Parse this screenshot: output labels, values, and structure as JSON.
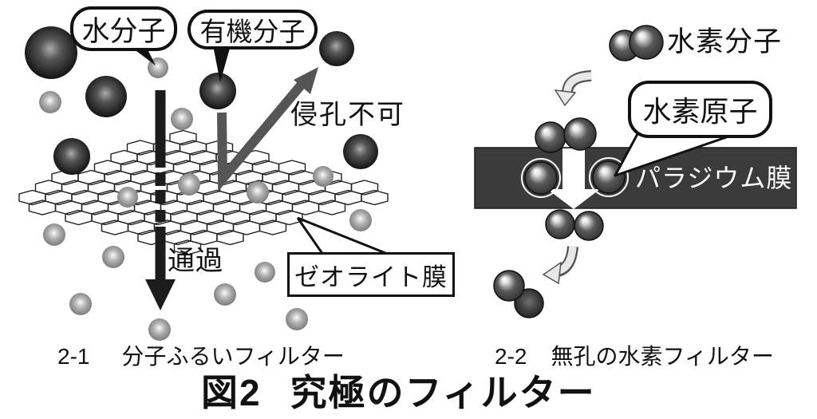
{
  "title": {
    "prefix": "図2",
    "text": "究極のフィルター"
  },
  "left_panel": {
    "bubble_water": "水分子",
    "bubble_organic": "有機分子",
    "label_no_penetration": "侵孔不可",
    "label_pass": "通過",
    "membrane_box": "ゼオライト膜",
    "caption_number": "2-1",
    "caption_text": "分子ふるいフィルター"
  },
  "right_panel": {
    "label_hydrogen_molecule": "水素分子",
    "bubble_hydrogen_atom": "水素原子",
    "membrane_label": "パラジウム膜",
    "caption_number": "2-2",
    "caption_text": "無孔の水素フィルター"
  },
  "colors": {
    "background": "#ffffff",
    "ink": "#111111",
    "membrane_band": "#3b3b3b",
    "membrane_label_text": "#ffffff",
    "pass_arrow": "#1c1c1c",
    "bounce_arrow": "#565656",
    "curved_arrow_fill": "#e8e8e8",
    "curved_arrow_outline": "#555555",
    "sphere_organic": "#111111",
    "sphere_water": "#8f8f8f",
    "sphere_hydrogen": "#3f3f3f"
  }
}
